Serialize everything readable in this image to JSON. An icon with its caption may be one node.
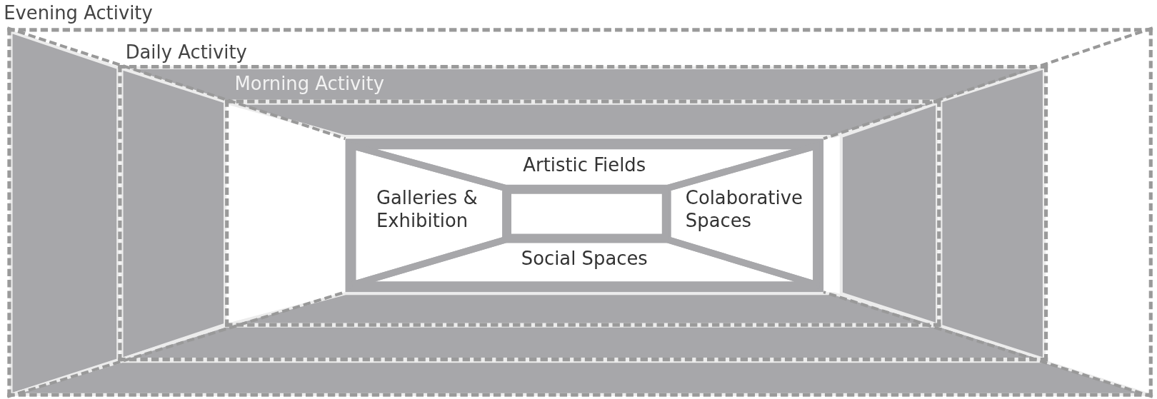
{
  "diagram": {
    "nodes": [
      {
        "text": [
          "Evening Activity"
        ]
      },
      {
        "text": [
          "Daily Activity"
        ],
        "in": 0
      },
      {
        "text": [
          "Morning Activity"
        ],
        "in": 1
      },
      {
        "text": [],
        "shape": "box",
        "in": 2
      },
      {
        "text": [
          "Artistic Fields"
        ],
        "in": 3
      },
      {
        "text": [
          "Galleries & Exhibition"
        ],
        "in": 3
      },
      {
        "text": [
          "Colaborative Spaces"
        ],
        "in": 3
      },
      {
        "text": [
          "Social Spaces"
        ],
        "in": 3
      },
      {
        "text": [],
        "shape": "box",
        "in": 3
      }
    ]
  }
}
